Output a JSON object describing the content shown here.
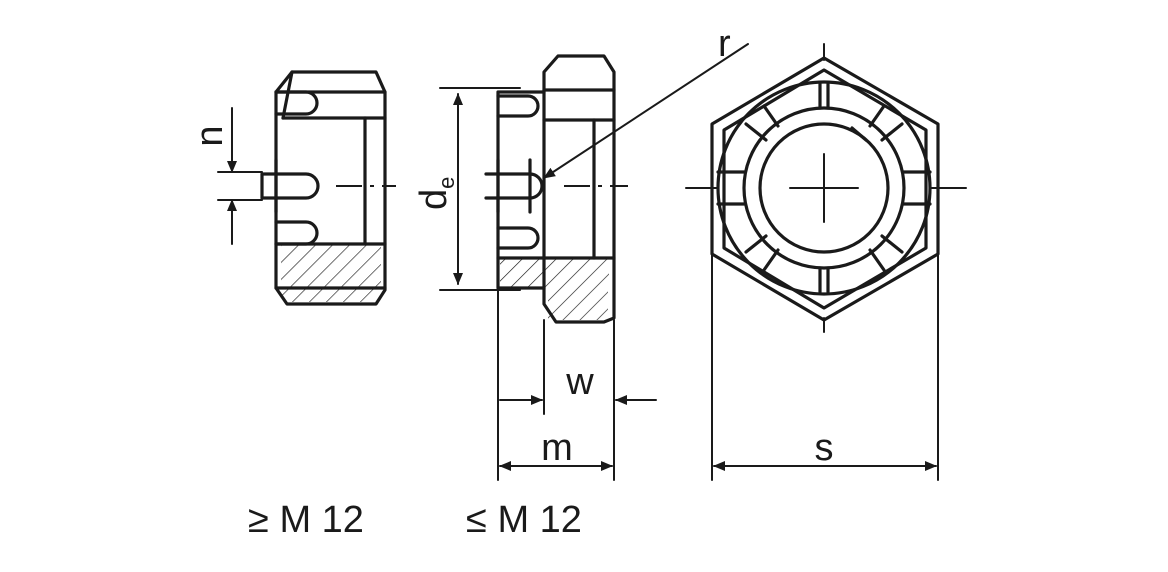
{
  "labels": {
    "n": "n",
    "d": "d",
    "d_sub": "e",
    "r": "r",
    "w": "w",
    "m": "m",
    "s": "s"
  },
  "captions": {
    "left": "≥ M 12",
    "middle": "≤ M 12"
  },
  "colors": {
    "line": "#1a1a1a",
    "background": "#ffffff"
  }
}
